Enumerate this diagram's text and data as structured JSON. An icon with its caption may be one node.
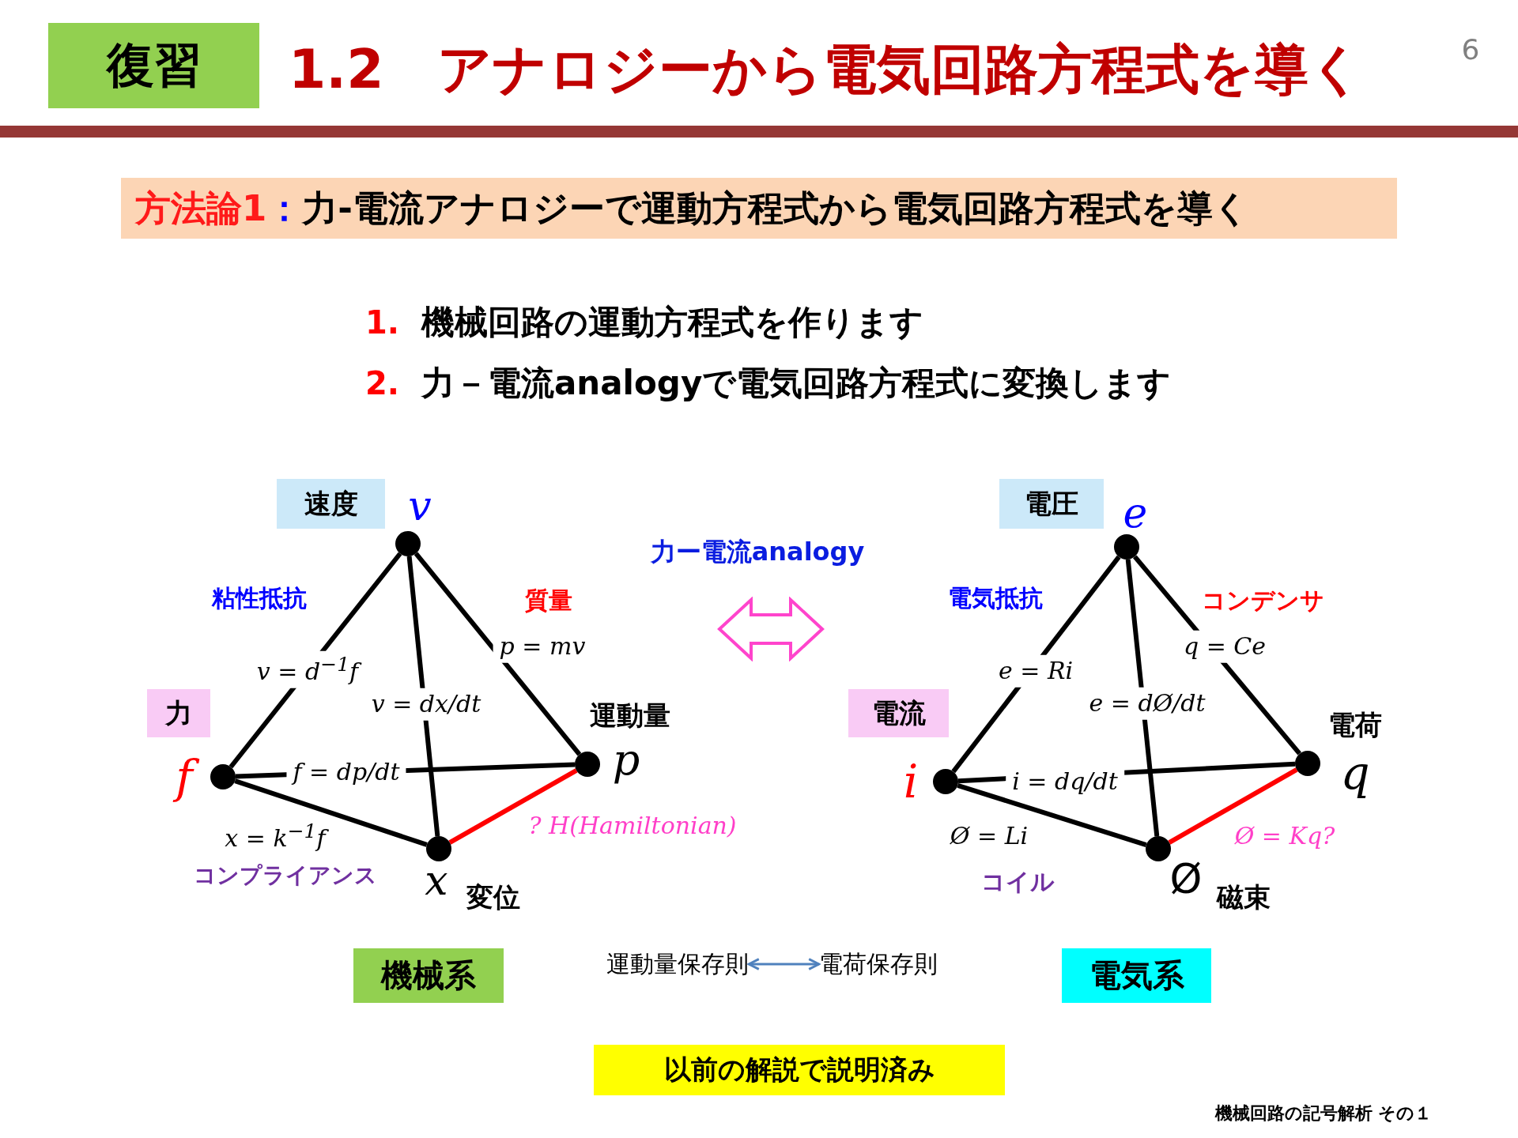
{
  "diagram": {
    "title": "1.2　アナロジーから電気回路方程式を導く",
    "nodes": [
      {
        "text": [
          "復習"
        ]
      },
      {
        "text": [],
        "shape": "bar"
      },
      {
        "text": [
          "方法論1",
          "：",
          "力-電流アナロジーで運動方程式から電気回路方程式を導く"
        ]
      },
      {
        "text": [
          "速度"
        ]
      },
      {
        "text": [],
        "shape": "circle",
        "beside": [
          "v"
        ]
      },
      {
        "text": [
          "力"
        ]
      },
      {
        "text": [],
        "shape": "circle",
        "beside": [
          "f"
        ]
      },
      {
        "text": [],
        "shape": "circle",
        "beside": [
          "運動量",
          "p"
        ]
      },
      {
        "text": [],
        "shape": "circle",
        "beside": [
          "x",
          "変位"
        ]
      },
      {
        "text": [
          "電圧"
        ]
      },
      {
        "text": [],
        "shape": "circle",
        "beside": [
          "e"
        ]
      },
      {
        "text": [
          "電流"
        ]
      },
      {
        "text": [],
        "shape": "circle",
        "beside": [
          "i"
        ]
      },
      {
        "text": [],
        "shape": "circle",
        "beside": [
          "電荷",
          "q"
        ]
      },
      {
        "text": [],
        "shape": "circle",
        "beside": [
          "Ø",
          "磁束"
        ]
      },
      {
        "text": [
          "機械系"
        ]
      },
      {
        "text": [
          "運動量保存則"
        ]
      },
      {
        "text": [
          "電荷保存則"
        ]
      },
      {
        "text": [
          "電気系"
        ]
      },
      {
        "text": [
          "以前の解説で説明済み"
        ]
      }
    ],
    "edges": [
      {
        "from": 4,
        "to": 6,
        "arrow": "none",
        "label": "v = d$^{−1}$f"
      },
      {
        "from": 4,
        "to": 7,
        "arrow": "none",
        "label": "p = mv"
      },
      {
        "from": 4,
        "to": 8,
        "arrow": "none",
        "label": "v = dx/dt"
      },
      {
        "from": 6,
        "to": 7,
        "arrow": "none",
        "label": "f = dp/dt"
      },
      {
        "from": 6,
        "to": 8,
        "arrow": "none",
        "label": "x = k$^{−1}$f"
      },
      {
        "from": 8,
        "to": 7,
        "arrow": "none",
        "label": "? H(Hamiltonian)",
        "color": "#ff0000"
      },
      {
        "from": 10,
        "to": 12,
        "arrow": "none",
        "label": "e = Ri"
      },
      {
        "from": 10,
        "to": 13,
        "arrow": "none",
        "label": "q = Ce"
      },
      {
        "from": 10,
        "to": 14,
        "arrow": "none",
        "label": "e = dØ/dt"
      },
      {
        "from": 12,
        "to": 13,
        "arrow": "none",
        "label": "i = dq/dt"
      },
      {
        "from": 12,
        "to": 14,
        "arrow": "none",
        "label": "Ø = Li"
      },
      {
        "from": 14,
        "to": 13,
        "arrow": "none",
        "label": "Ø = Kq?",
        "color": "#ff0000"
      },
      {
        "from": 16,
        "to": 17,
        "arrow": "both",
        "color": "#4f81bd"
      }
    ],
    "labels": [
      "6",
      "1.",
      "機械回路の運動方程式を作ります",
      "2.",
      "力－電流analogyで電気回路方程式に変換します",
      "力ー電流analogy",
      "粘性抵抗",
      "質量",
      "電気抵抗",
      "コンデンサ",
      "コンプライアンス",
      "コイル",
      "機械回路の記号解析 その１"
    ]
  }
}
